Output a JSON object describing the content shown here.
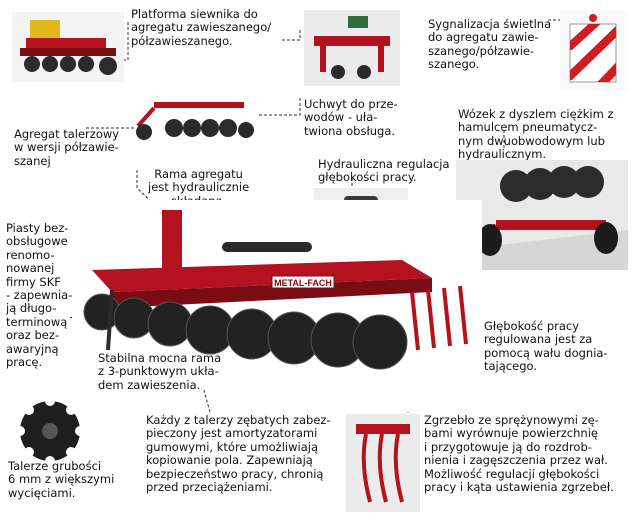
{
  "labels": {
    "seeder_platform": "Platforma siewnika do\nagregatu zawieszanego/\npółzawieszanego.",
    "light_signal": "Sygnalizacja świetlna\ndo agregatu zawie-\nszanego/półzawie-\nszanego.",
    "hose_holder": "Uchwyt do prze-\nwodów - uła-\ntwiona obsługa.",
    "semi_mounted": "Agregat talerzowy\nw wersji półzawie-\nszanej",
    "transport_trolley": "Wózek z dyszlem ciężkim z\nhamulcem pneumatycz-\nnym dwuobwodowym lub\nhydraulicznym.",
    "folding_frame": "Rama agregatu\njest hydraulicznie\nskładana.",
    "depth_hydraulic": "Hydrauliczna regulacja\ngłębokości pracy.",
    "skf_hubs": "Piasty bez-\nobsługowe\nrenomo-\nnowanej\nfirmy SKF\n- zapewnia-\nją długo-\nterminową\noraz bez-\nawaryjną\npracę.",
    "working_depth": "Głębokość pracy\nregulowana jest za\npomocą wału dognia-\ntającego.",
    "stable_frame": "Stabilna mocna rama\nz 3-punktowym ukła-\ndem zawieszenia.",
    "disc_thickness": "Talerze grubości\n6 mm z większymi\nwycięciami.",
    "damping": "Każdy z talerzy zębatych zabez-\npieczony jest amortyzatorami\ngumowymi,  które umożliwiają\nkopiowanie pola. Zapewniają\nbezpieczeństwo pracy, chronią\nprzed przeciążeniami.",
    "harrow": "Zgrzebło ze sprężynowymi zę-\nbami wyrównuje powierzchnię\ni przygotowuje ją do rozdrob-\nnienia i zagęszczenia przez wał.\nMożliwość regulacji głębokości\npracy i kąta ustawienia zgrzebeł."
  },
  "brand": {
    "logo_text": "METAL-FACH"
  },
  "colors": {
    "machine_red": "#b3121e",
    "machine_dark": "#7a0c14",
    "steel": "#2b2b2b",
    "leader": "#333333",
    "seeder_yellow": "#e0b81e",
    "seeder_green": "#2f6e3a"
  }
}
